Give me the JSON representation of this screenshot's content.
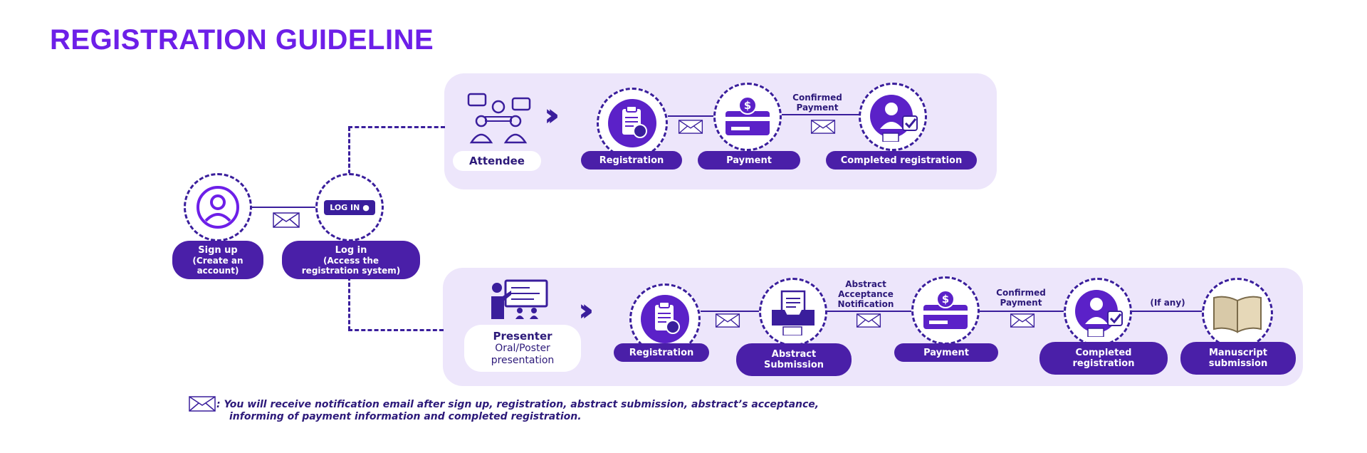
{
  "page": {
    "title": "REGISTRATION GUIDELINE"
  },
  "colors": {
    "title": "#6d1fe8",
    "panel": "#ede6fb",
    "primary": "#4a1fa8",
    "stroke": "#3a1e9c"
  },
  "account": {
    "signup": {
      "label": "Sign up",
      "detail": "(Create an account)",
      "icon": "user-icon"
    },
    "login": {
      "label": "Log in",
      "detail": "(Access the registration system)",
      "badge": "LOG IN",
      "icon": "login-button-icon"
    }
  },
  "attendee": {
    "label": "Attendee",
    "icon": "meeting-icon",
    "steps": [
      {
        "label": "Registration",
        "icon": "clipboard-icon"
      },
      {
        "label": "Payment",
        "icon": "credit-card-icon"
      },
      {
        "label": "Completed registration",
        "icon": "verified-user-icon"
      }
    ],
    "connectors": [
      "Confirmed Payment"
    ]
  },
  "presenter": {
    "label": "Presenter",
    "sublabel": "Oral/Poster presentation",
    "icon": "presentation-board-icon",
    "steps": [
      {
        "label": "Registration",
        "icon": "clipboard-icon"
      },
      {
        "label": "Abstract Submission",
        "icon": "inbox-document-icon"
      },
      {
        "label": "Payment",
        "icon": "credit-card-icon"
      },
      {
        "label": "Completed registration",
        "icon": "verified-user-icon"
      },
      {
        "label": "Manuscript submission",
        "icon": "open-book-icon"
      }
    ],
    "connectors": [
      "Abstract Acceptance Notification",
      "Confirmed Payment",
      "(If any)"
    ]
  },
  "note": {
    "icon": "envelope-icon",
    "line1": ": You will receive notification email   after sign up, registration, abstract submission, abstract’s acceptance,",
    "line2": "informing of payment information and completed registration."
  }
}
